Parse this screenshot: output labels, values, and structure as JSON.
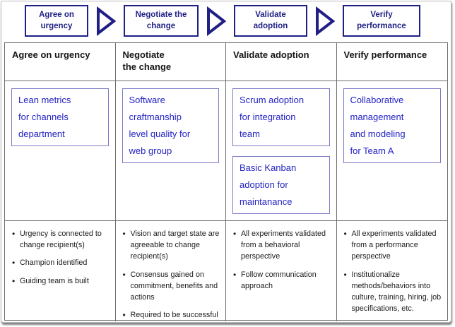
{
  "flow": {
    "steps": [
      {
        "label": "Agree on\nurgency"
      },
      {
        "label": "Negotiate the\nchange"
      },
      {
        "label": "Validate\nadoption"
      },
      {
        "label": "Verify\nperformance"
      }
    ]
  },
  "table": {
    "columns": [
      {
        "header": "Agree on urgency",
        "cards": [
          "Lean metrics\nfor channels\ndepartment"
        ],
        "bullets": [
          "Urgency is connected to change recipient(s)",
          "Champion identified",
          "Guiding team is built"
        ]
      },
      {
        "header": "Negotiate\nthe change",
        "cards": [
          "Software\ncraftmanship\nlevel quality for\n web group"
        ],
        "bullets": [
          "Vision and target state are agreeable to change recipient(s)",
          "Consensus gained on commitment, benefits and actions",
          "Required to be successful"
        ]
      },
      {
        "header": "Validate adoption",
        "cards": [
          "Scrum adoption\nfor integration\nteam",
          "Basic Kanban\nadoption for\nmaintanance"
        ],
        "bullets": [
          "All experiments validated from a behavioral perspective",
          "Follow communication approach"
        ]
      },
      {
        "header": "Verify performance",
        "cards": [
          "Collaborative\nmanagement\nand modeling\nfor Team A"
        ],
        "bullets": [
          "All experiments validated from a performance perspective",
          "Institutionalize methods/behaviors into culture, training, hiring, job specifications, etc."
        ]
      }
    ]
  },
  "colors": {
    "flow_navy": "#1f1f85",
    "card_text_blue": "#2323c4",
    "card_border_blue": "#7a7ac8",
    "grid_line": "#6e6e6e"
  }
}
